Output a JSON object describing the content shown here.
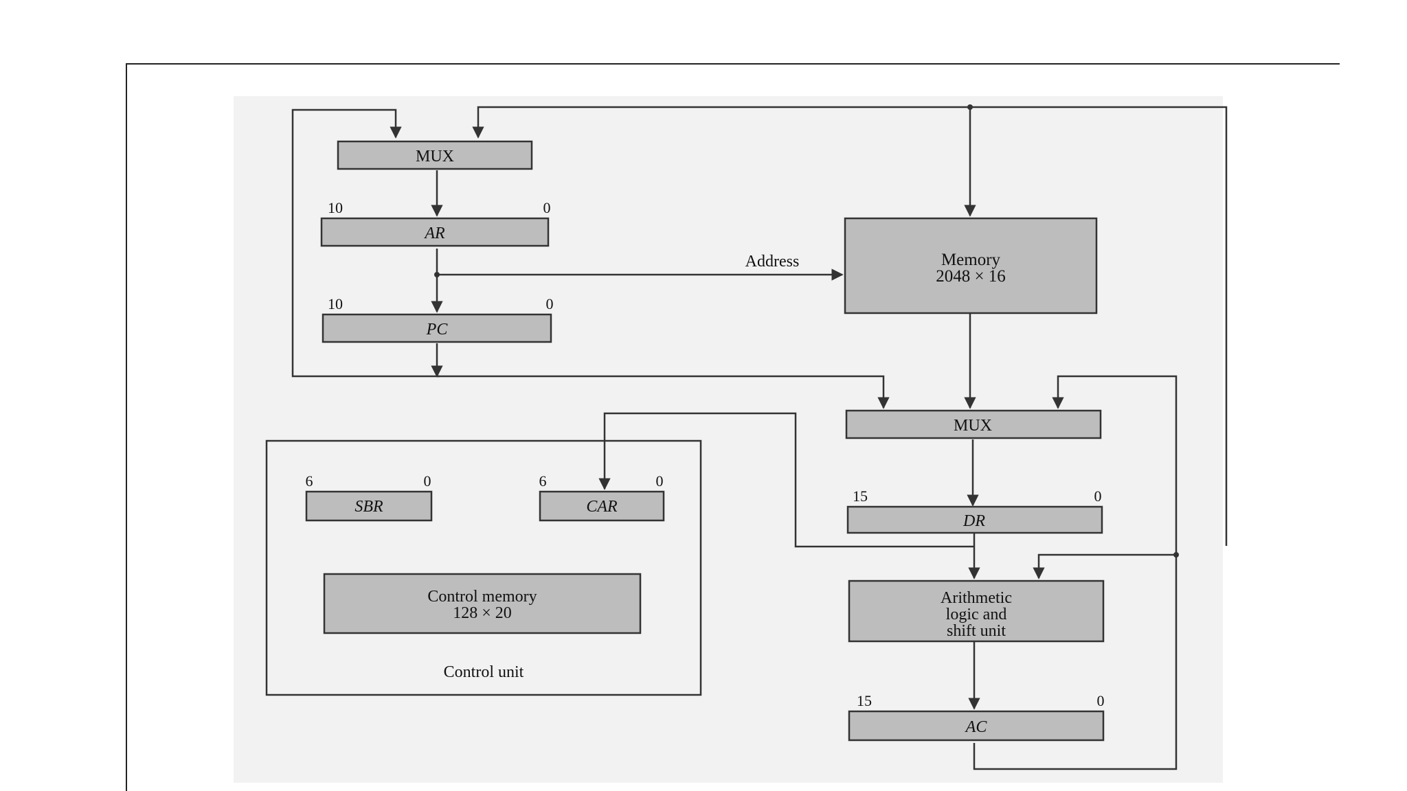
{
  "diagram": {
    "mux_top": "MUX",
    "ar": {
      "label": "AR",
      "msb": "10",
      "lsb": "0"
    },
    "pc": {
      "label": "PC",
      "msb": "10",
      "lsb": "0"
    },
    "address_label": "Address",
    "memory": {
      "line1": "Memory",
      "line2": "2048 × 16"
    },
    "mux_bottom": "MUX",
    "dr": {
      "label": "DR",
      "msb": "15",
      "lsb": "0"
    },
    "alu": {
      "line1": "Arithmetic",
      "line2": "logic and",
      "line3": "shift unit"
    },
    "ac": {
      "label": "AC",
      "msb": "15",
      "lsb": "0"
    },
    "sbr": {
      "label": "SBR",
      "msb": "6",
      "lsb": "0"
    },
    "car": {
      "label": "CAR",
      "msb": "6",
      "lsb": "0"
    },
    "control_memory": {
      "line1": "Control memory",
      "line2": "128 × 20"
    },
    "control_unit_label": "Control unit"
  },
  "colors": {
    "register_fill": "#bdbdbd",
    "line": "#333333",
    "background": "#f2f2f2"
  }
}
